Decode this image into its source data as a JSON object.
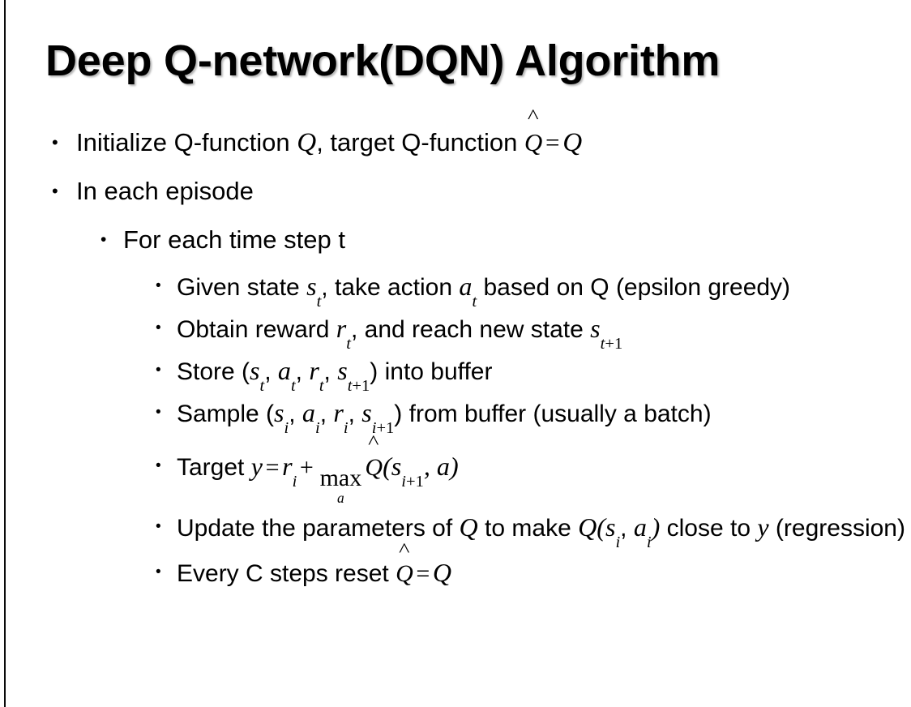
{
  "slide": {
    "title": "Deep Q-network(DQN) Algorithm",
    "background_color": "#ffffff",
    "text_color": "#000000",
    "edge_rule_color": "#0a0a0a"
  },
  "bullet_markers": {
    "level1": "•",
    "level2": "•",
    "level3": "•"
  },
  "content": {
    "b1": {
      "level": 1,
      "plain_text": "Initialize Q-function Q, target Q-function Q̂ = Q",
      "seg_1": "Initialize Q-function ",
      "math_1": "Q",
      "seg_2": ", target Q-function ",
      "math_2_hat": "Q",
      "math_2_eq": "=",
      "math_2_rhs": "Q"
    },
    "b2": {
      "level": 1,
      "plain_text": "In each episode",
      "text": "In each episode"
    },
    "b3": {
      "level": 2,
      "plain_text": "For each time step t",
      "text": "For each time step t"
    },
    "b4": {
      "level": 3,
      "plain_text": "Given state s_t, take action a_t based on Q (epsilon greedy)",
      "seg_1": "Given state ",
      "math_s": "s",
      "math_s_sub": "t",
      "seg_2": ", take action ",
      "math_a": "a",
      "math_a_sub": "t",
      "seg_3": " based on Q (epsilon greedy)"
    },
    "b5": {
      "level": 3,
      "plain_text": "Obtain reward r_t, and reach new state s_{t+1}",
      "seg_1": "Obtain reward ",
      "math_r": "r",
      "math_r_sub": "t",
      "seg_2": ", and reach new state ",
      "math_s": "s",
      "math_s_sub_var": "t",
      "math_s_sub_rest": "+1"
    },
    "b6": {
      "level": 3,
      "plain_text": "Store (s_t, a_t, r_t, s_{t+1}) into buffer",
      "seg_1": "Store (",
      "m1": "s",
      "m1s": "t",
      "sep1": ", ",
      "m2": "a",
      "m2s": "t",
      "sep2": ", ",
      "m3": "r",
      "m3s": "t",
      "sep3": ", ",
      "m4": "s",
      "m4s_var": "t",
      "m4s_rest": "+1",
      "seg_2": ") into buffer"
    },
    "b7": {
      "level": 3,
      "plain_text": "Sample (s_i, a_i, r_i, s_{i+1}) from buffer (usually a batch)",
      "seg_1": "Sample (",
      "m1": "s",
      "m1s": "i",
      "sep1": ", ",
      "m2": "a",
      "m2s": "i",
      "sep2": ", ",
      "m3": "r",
      "m3s": "i",
      "sep3": ", ",
      "m4": "s",
      "m4s_var": "i",
      "m4s_rest": "+1",
      "seg_2": ") from buffer (usually a batch)"
    },
    "b8": {
      "level": 3,
      "plain_text": "Target y = r_i + max_a Q̂(s_{i+1}, a)",
      "seg_1": "Target ",
      "math_y": "y",
      "eq": "=",
      "math_r": "r",
      "math_r_sub": "i",
      "plus": "+",
      "max_top": "max",
      "max_bot": "a",
      "qhat": "Q",
      "paren_open": "(",
      "math_s": "s",
      "math_s_sub_var": "i",
      "math_s_sub_rest": "+1",
      "comma": ", ",
      "math_a": "a",
      "paren_close": ")"
    },
    "b9": {
      "level": 3,
      "plain_text": "Update the parameters of Q to make Q(s_i, a_i) close to y (regression)",
      "seg_1": "Update the parameters of ",
      "math_q1": "Q",
      "seg_2": " to make ",
      "math_q2": "Q",
      "paren_open": "(",
      "m1": "s",
      "m1s": "i",
      "sep1": ", ",
      "m2": "a",
      "m2s": "i",
      "paren_close": ")",
      "seg_3": " close to ",
      "math_y": "y",
      "seg_4": " (regression)"
    },
    "b10": {
      "level": 3,
      "plain_text": "Every C steps reset Q̂ = Q",
      "seg_1": "Every C steps reset ",
      "qhat": "Q",
      "eq": "=",
      "math_q": "Q"
    }
  }
}
